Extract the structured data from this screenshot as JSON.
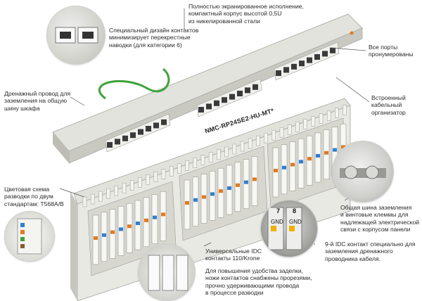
{
  "callouts": {
    "shielded": "Полностью экранированное исполнение,\nкомпактный корпус высотой 0,5U\nиз никелированной стали",
    "contacts_design": "Специальный дизайн контактов\nминимизирует перекрестные\nнаводки (для категории 6)",
    "ports_numbered": "Все порты\nпронумерованы",
    "drain_wire": "Дренажный провод для\nзаземления на общую\nшину шкафа",
    "cable_organizer": "Встроенный\nкабельный\nорганизатор",
    "grounding_bus": "Общая шина заземления\nи винтовые клеммы для\nнадлежащей электрической\nсвязи с корпусом панели",
    "color_scheme": "Цветовая схема\nразводки по двум\nстандартам: T568A/B",
    "idc_universal": "Универсальные IDC\nконтакты 110/Krone",
    "idc_9th": "9-й IDC контакт специально для\nзаземления дренажного\nпроводника кабеля.",
    "knife_slots": "Для повышения удобства заделки,\nножи контактов снабжены прорезями,\nпрочно удерживающими провода\nв процессе разводки"
  },
  "model_label": "NMC-RP24SE2-HU-MT*",
  "gnd_labels": {
    "n7": "7",
    "n8": "8",
    "gnd": "GND"
  },
  "colors": {
    "panel": "#dcdcd6",
    "panel_dark": "#b9b9b2",
    "idc_white": "#f4f4f4",
    "drain_wire": "#3fa23a",
    "accent_orange": "#e07a1f"
  }
}
